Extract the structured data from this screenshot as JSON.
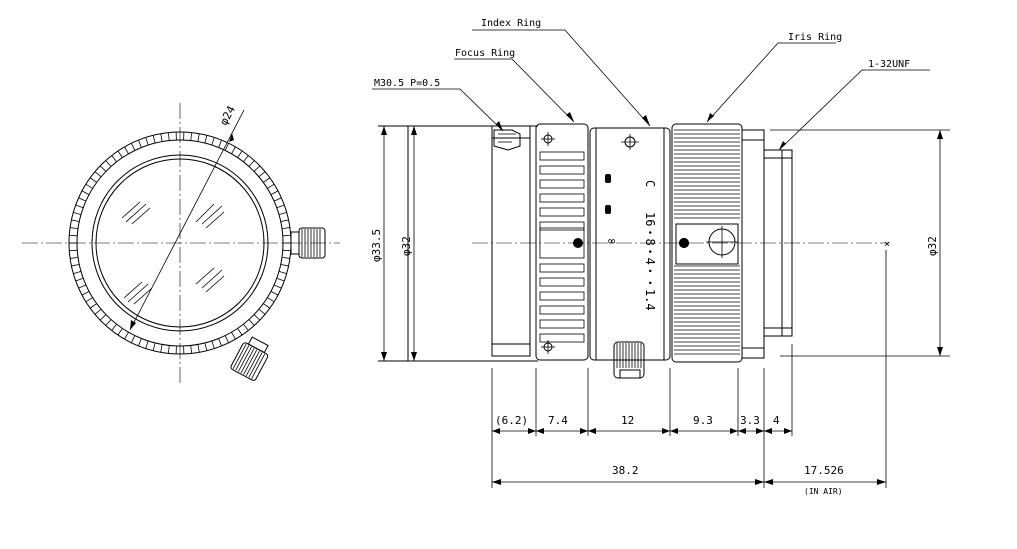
{
  "labels": {
    "index_ring": "Index Ring",
    "iris_ring": "Iris Ring",
    "focus_ring": "Focus Ring",
    "thread": "M30.5 P=0.5",
    "mount": "1-32UNF"
  },
  "diameters": {
    "front_view": "φ24",
    "outer": "φ33.5",
    "body": "φ32",
    "mount": "φ32"
  },
  "dimensions": {
    "d1": "(6.2)",
    "d2": "7.4",
    "d3": "12",
    "d4": "9.3",
    "d5": "3.3",
    "d6": "4",
    "total": "38.2",
    "back_focus": "17.526",
    "back_focus_note": "(IN AIR)"
  },
  "scale": {
    "c": "C",
    "focus_marks": "16・8・4・・1.4",
    "infinity": "∞"
  }
}
